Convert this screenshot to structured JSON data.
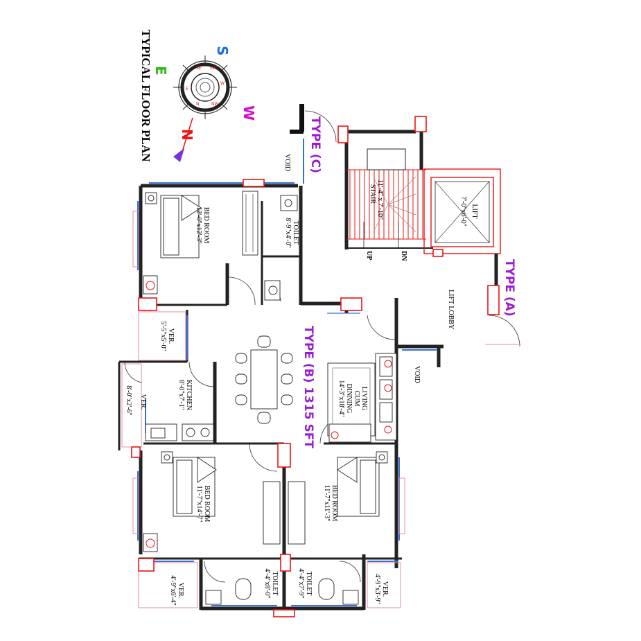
{
  "title": "TYPICAL FLOOR PLAN",
  "compass": {
    "s": "S",
    "w": "W",
    "n": "N",
    "e": "E",
    "ring_color": "#e11"
  },
  "types": {
    "c": "TYPE (C)",
    "b": "TYPE (B) 1315 SFT",
    "a": "TYPE (A)"
  },
  "rooms": {
    "bed1": {
      "name": "BED ROOM",
      "size": "12'-0\"x12'-3\""
    },
    "toilet1": {
      "name": "TOILET",
      "size": "8'-9\"x4'-0\""
    },
    "stair": {
      "name": "STAIR",
      "size": "11'-4\" x 7'-10\"",
      "up": "UP",
      "dn": "DN"
    },
    "lift": {
      "name": "LIFT",
      "size": "7'-0\"x6'-0\""
    },
    "lobby": {
      "name": "LIFT LOBBY"
    },
    "void_top": "VOID",
    "void_right": "VOID",
    "ver1": {
      "name": "VER.",
      "size": "5'-5\"x5'-0\""
    },
    "kitchen": {
      "name": "KITCHEN",
      "size": "8'-0\"x7'-1\""
    },
    "ver2": {
      "name": "VER.",
      "size": "8'-0\"x2'-6\""
    },
    "living": {
      "name1": "LIVING",
      "name2": "CUM",
      "name3": "DINNING",
      "size": "14'-3\"x18'-4\""
    },
    "bed2": {
      "name": "BED ROOM",
      "size": "11'-7\"x14'-7\""
    },
    "bed3": {
      "name": "BED ROOM",
      "size": "11'-7\"x11'-3\""
    },
    "ver3": {
      "name": "VER.",
      "size": "4'-9\"x6'-4\""
    },
    "toilet2": {
      "name": "TOILET",
      "size": "4'-4\"x8'-0\""
    },
    "toilet3": {
      "name": "TOILET",
      "size": "4'-4\"x7'-9\""
    },
    "ver4": {
      "name": "VER.",
      "size": "4'-9\"x3'-9\""
    }
  },
  "colors": {
    "type_label": "#9b1bd3",
    "wall": "#111111",
    "window": "#3a6fd8",
    "column": "#e11111"
  }
}
